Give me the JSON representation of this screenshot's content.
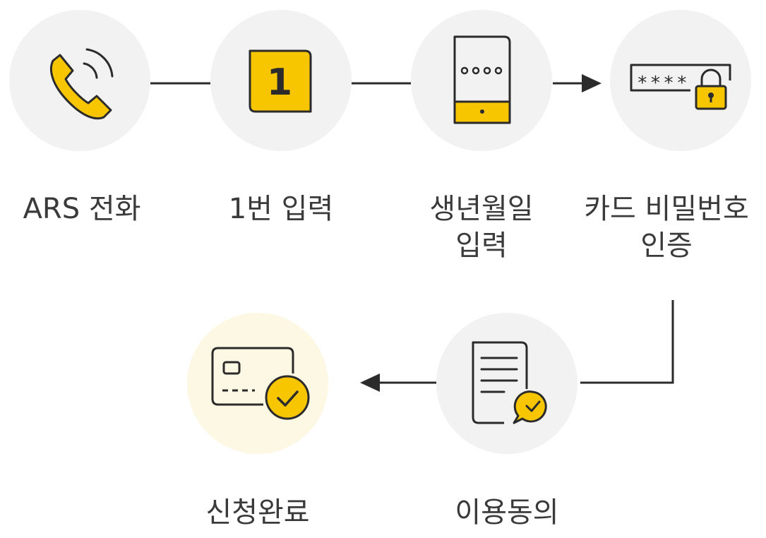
{
  "steps": [
    {
      "label_lines": [
        "ARS 전화"
      ],
      "icon": "phone-icon"
    },
    {
      "label_lines": [
        "1번 입력"
      ],
      "icon": "number-one-key-icon",
      "key_text": "1"
    },
    {
      "label_lines": [
        "생년월일",
        "입력"
      ],
      "icon": "phone-keypad-icon"
    },
    {
      "label_lines": [
        "카드 비밀번호",
        "인증"
      ],
      "icon": "password-lock-icon",
      "password_mask": "****"
    },
    {
      "label_lines": [
        "이용동의"
      ],
      "icon": "document-check-icon"
    },
    {
      "label_lines": [
        "신청완료"
      ],
      "icon": "card-check-icon"
    }
  ],
  "colors": {
    "accent": "#f7c600",
    "stroke": "#2b2b2b",
    "circle": "#f2f2f2",
    "circle_done": "#fdf8e3",
    "text": "#3a3a3a"
  }
}
